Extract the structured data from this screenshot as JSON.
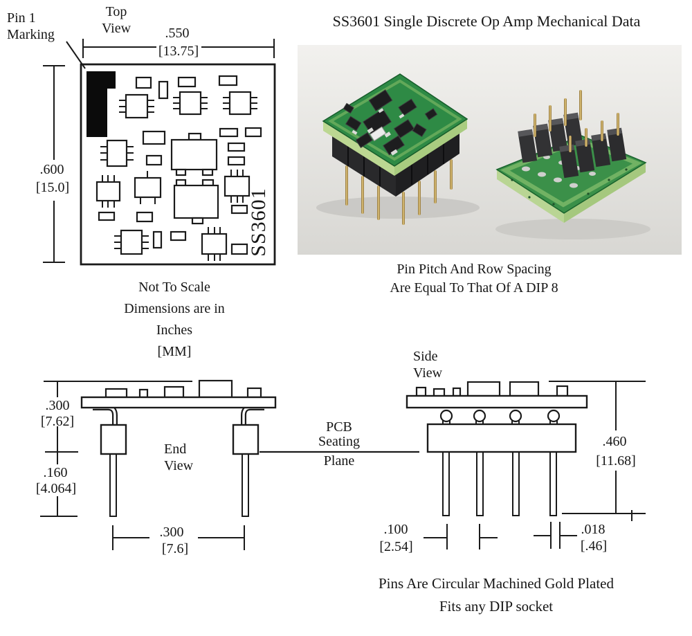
{
  "title": "SS3601 Single Discrete Op Amp Mechanical Data",
  "top_view": {
    "label": [
      "Top",
      "View"
    ],
    "pin1_marking": [
      "Pin 1",
      "Marking"
    ],
    "board_text": "SS3601",
    "width_dim": {
      "inches": ".550",
      "mm": "[13.75]"
    },
    "height_dim": {
      "inches": ".600",
      "mm": "[15.0]"
    }
  },
  "scale_note": [
    "Not To Scale",
    "Dimensions are in",
    "Inches",
    "[MM]"
  ],
  "photo": {
    "caption": [
      "Pin Pitch And Row Spacing",
      "Are Equal To That Of A DIP 8"
    ]
  },
  "end_view": {
    "label": [
      "End",
      "View"
    ],
    "body_height_dim": {
      "inches": ".300",
      "mm": "[7.62]"
    },
    "pin_length_dim": {
      "inches": ".160",
      "mm": "[4.064]"
    },
    "row_spacing_dim": {
      "inches": ".300",
      "mm": "[7.6]"
    }
  },
  "seating_plane_label": [
    "PCB",
    "Seating",
    "Plane"
  ],
  "side_view": {
    "label": [
      "Side",
      "View"
    ],
    "overall_height_dim": {
      "inches": ".460",
      "mm": "[11.68]"
    },
    "pin_pitch_dim": {
      "inches": ".100",
      "mm": "[2.54]"
    },
    "pin_diameter_dim": {
      "inches": ".018",
      "mm": "[.46]"
    }
  },
  "footer": [
    "Pins Are Circular Machined Gold Plated",
    "Fits any DIP socket"
  ],
  "colors": {
    "line": "#1a1a1a",
    "pcb_green": "#2e8a45",
    "pcb_edge_light": "#b9d893",
    "pin_gold": "#c9a85c",
    "header_black": "#2c2c2e",
    "photo_background": "#e9e8e5"
  }
}
